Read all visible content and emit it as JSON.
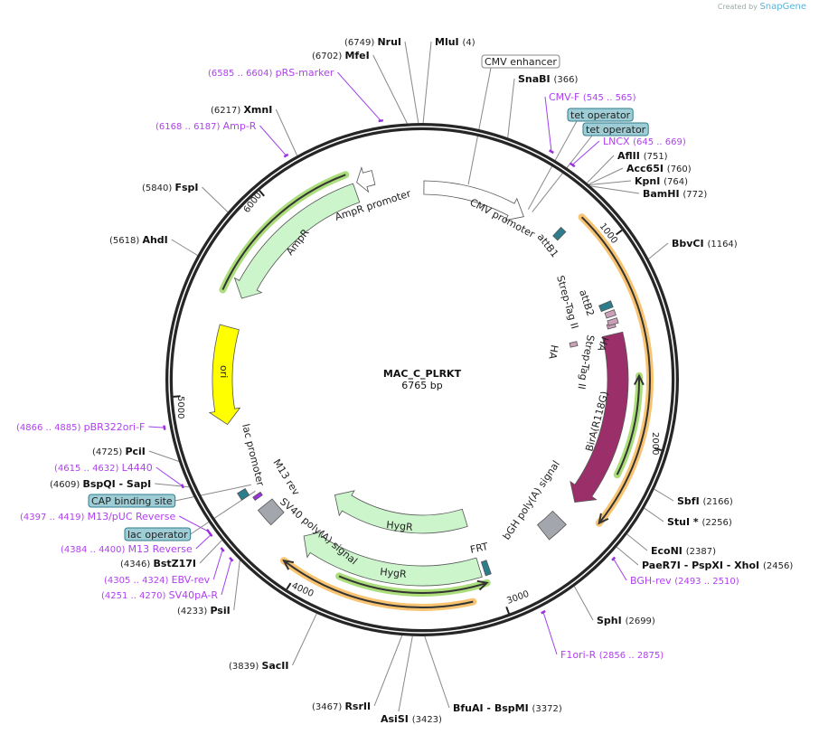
{
  "watermark": {
    "prefix": "Created by",
    "brand": "SnapGene"
  },
  "map": {
    "name": "MAC_C_PLRKT",
    "length_label": "6765 bp",
    "length_bp": 6765
  },
  "ticks": [
    "1000",
    "2000",
    "3000",
    "4000",
    "5000",
    "6000"
  ],
  "enzymes": [
    {
      "label": "NruI",
      "pos": 6749
    },
    {
      "label": "MfeI",
      "pos": 6702
    },
    {
      "label": "XmnI",
      "pos": 6217
    },
    {
      "label": "FspI",
      "pos": 5840
    },
    {
      "label": "AhdI",
      "pos": 5618
    },
    {
      "label": "PciI",
      "pos": 4725
    },
    {
      "label": "BspQI   - SapI",
      "pos": 4609
    },
    {
      "label": "BstZ17I",
      "pos": 4346
    },
    {
      "label": "PsiI",
      "pos": 4233
    },
    {
      "label": "SacII",
      "pos": 3839
    },
    {
      "label": "RsrII",
      "pos": 3467
    },
    {
      "label": "AsiSI",
      "pos": 3423
    },
    {
      "label": "BfuAI   - BspMI",
      "pos": 3372
    },
    {
      "label": "SphI",
      "pos": 2699
    },
    {
      "label": "PaeR7I   - PspXI   - XhoI",
      "pos": 2456
    },
    {
      "label": "EcoNI",
      "pos": 2387
    },
    {
      "label": "StuI *",
      "pos": 2256
    },
    {
      "label": "SbfI",
      "pos": 2166
    },
    {
      "label": "BbvCI",
      "pos": 1164
    },
    {
      "label": "BamHI",
      "pos": 772
    },
    {
      "label": "KpnI",
      "pos": 764
    },
    {
      "label": "Acc65I",
      "pos": 760
    },
    {
      "label": "AflII",
      "pos": 751
    },
    {
      "label": "SnaBI",
      "pos": 366
    },
    {
      "label": "MluI",
      "pos": 4
    }
  ],
  "primers": [
    {
      "label": "pRS-marker",
      "range": "6585 .. 6604",
      "start": 6585,
      "end": 6604
    },
    {
      "label": "Amp-R",
      "range": "6168 .. 6187",
      "start": 6168,
      "end": 6187
    },
    {
      "label": "pBR322ori-F",
      "range": "4866 .. 4885",
      "start": 4866,
      "end": 4885
    },
    {
      "label": "L4440",
      "range": "4615 .. 4632",
      "start": 4615,
      "end": 4632
    },
    {
      "label": "M13/pUC Reverse",
      "range": "4397 .. 4419",
      "start": 4397,
      "end": 4419
    },
    {
      "label": "M13 Reverse",
      "range": "4384 .. 4400",
      "start": 4384,
      "end": 4400
    },
    {
      "label": "EBV-rev",
      "range": "4305 .. 4324",
      "start": 4305,
      "end": 4324
    },
    {
      "label": "SV40pA-R",
      "range": "4251 .. 4270",
      "start": 4251,
      "end": 4270
    },
    {
      "label": "F1ori-R",
      "range": "2856 .. 2875",
      "start": 2856,
      "end": 2875
    },
    {
      "label": "BGH-rev",
      "range": "2493 .. 2510",
      "start": 2493,
      "end": 2510
    },
    {
      "label": "LNCX",
      "range": "645 .. 669",
      "start": 645,
      "end": 669
    },
    {
      "label": "CMV-F",
      "range": "545 .. 565",
      "start": 545,
      "end": 565
    }
  ],
  "boxed_labels": [
    {
      "label": "CMV enhancer",
      "pos": 250
    },
    {
      "label": "tet operator",
      "pos": 600
    },
    {
      "label": "tet operator",
      "pos": 625
    },
    {
      "label": "CAP binding site",
      "pos": 4480
    },
    {
      "label": "lac operator",
      "pos": 4440
    }
  ],
  "features": [
    {
      "label": "CMV promoter",
      "start": 10,
      "end": 600,
      "color": "#ffffff"
    },
    {
      "label": "attB1",
      "start": 795,
      "end": 830,
      "color": "#2e7d8c"
    },
    {
      "label": "attB2",
      "start": 1265,
      "end": 1300,
      "color": "#2e7d8c"
    },
    {
      "label": "Strep-Tag II",
      "start": 1315,
      "end": 1345,
      "color": "#c9a0b8"
    },
    {
      "label": "HA",
      "start": 1380,
      "end": 1405,
      "color": "#c9a0b8"
    },
    {
      "label": "Strep-Tag II",
      "start": 1360,
      "end": 1388,
      "color": "#c9a0b8"
    },
    {
      "label": "HA",
      "start": 1430,
      "end": 1460,
      "color": "#c9a0b8"
    },
    {
      "label": "BirA(R118G)",
      "start": 1440,
      "end": 2420,
      "color": "#9b2f6a"
    },
    {
      "label": "bGH poly(A) signal",
      "start": 2540,
      "end": 2660,
      "color": "#a3a7ad"
    },
    {
      "label": "FRT",
      "start": 3015,
      "end": 3045,
      "color": "#2e7d8c"
    },
    {
      "label": "HygR",
      "start": 3065,
      "end": 4080,
      "color": "#ccf5cc"
    },
    {
      "label": "HygR",
      "start": 3060,
      "end": 4080,
      "color": "#ccf5cc"
    },
    {
      "label": "SV40 poly(A) signal",
      "start": 4250,
      "end": 4350,
      "color": "#a3a7ad"
    },
    {
      "label": "M13 rev",
      "start": 4400,
      "end": 4420,
      "color": "#9b30e0"
    },
    {
      "label": "lac promoter",
      "start": 4440,
      "end": 4480,
      "color": "#2e7d8c"
    },
    {
      "label": "ori",
      "start": 5360,
      "end": 4830,
      "color": "#ffff00"
    },
    {
      "label": "AmpR",
      "start": 6400,
      "end": 5530,
      "color": "#ccf5cc"
    },
    {
      "label": "AmpR promoter",
      "start": 6510,
      "end": 6420,
      "color": "#ffffff"
    }
  ],
  "orf_colors": {
    "orange": "#f5b041",
    "green": "#8fd14f",
    "core": "#333333"
  }
}
